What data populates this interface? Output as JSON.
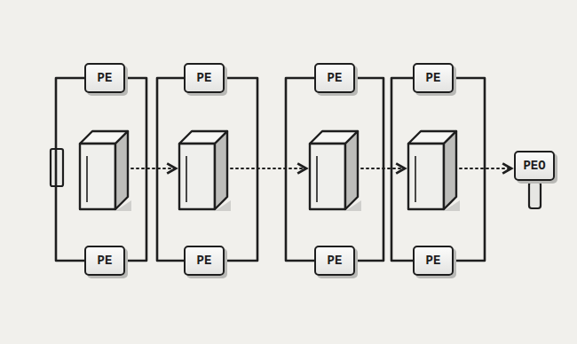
{
  "diagram": {
    "nodes": [
      {
        "text": [
          "PE"
        ]
      },
      {
        "text": [
          "PE"
        ]
      },
      {
        "text": [
          "PE"
        ]
      },
      {
        "text": [
          "PE"
        ]
      },
      {
        "text": [
          "PE"
        ]
      },
      {
        "text": [
          "PE"
        ]
      },
      {
        "text": [
          "PE"
        ]
      },
      {
        "text": [
          "PE"
        ]
      },
      {
        "text": [
          "PEO"
        ]
      }
    ],
    "edges": [
      {
        "from": 0,
        "to": 1,
        "arrow": "none"
      },
      {
        "from": 0,
        "to": 1,
        "arrow": "none"
      },
      {
        "from": 2,
        "to": 3,
        "arrow": "none"
      },
      {
        "from": 2,
        "to": 3,
        "arrow": "none"
      },
      {
        "from": 4,
        "to": 5,
        "arrow": "none"
      },
      {
        "from": 4,
        "to": 5,
        "arrow": "none"
      },
      {
        "from": 6,
        "to": 7,
        "arrow": "none"
      },
      {
        "from": 6,
        "to": 7,
        "arrow": "none"
      }
    ]
  }
}
